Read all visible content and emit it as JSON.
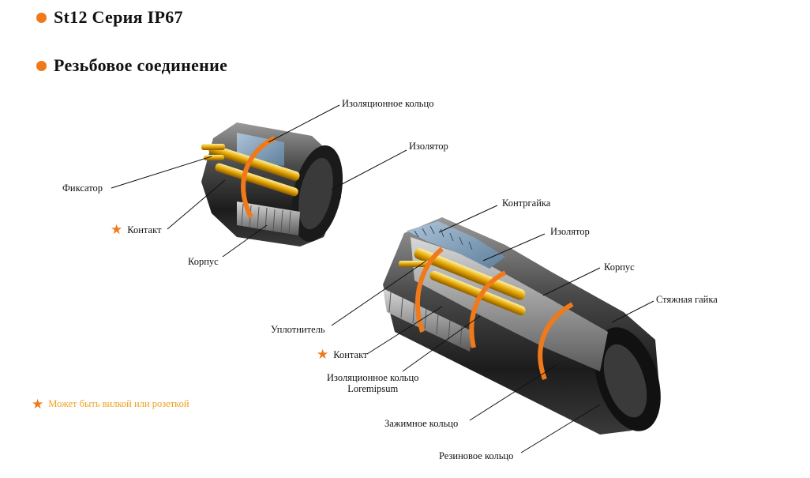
{
  "headings": {
    "series": "St12 Серия IP67",
    "connection": "Резьбовое соединение"
  },
  "labels": {
    "small": {
      "insulation_ring": "Изоляционное кольцо",
      "insulator": "Изолятор",
      "latch": "Фиксатор",
      "contact": "Контакт",
      "body": "Корпус"
    },
    "large": {
      "locknut": "Контргайка",
      "insulator": "Изолятор",
      "body": "Корпус",
      "clamp_nut": "Стяжная гайка",
      "seal": "Уплотнитель",
      "contact": "Контакт",
      "insulation_ring_line1": "Изоляционное кольцо",
      "insulation_ring_line2": "Loremipsum",
      "clamp_ring": "Зажимное кольцо",
      "rubber_ring": "Резиновое кольцо"
    }
  },
  "note": "Может быть вилкой или розеткой",
  "star_glyph": "★",
  "colors": {
    "accent": "#f07a1a",
    "note_text": "#f0a020",
    "metal_dark": "#2a2a2a",
    "gold": "#e0a800"
  },
  "icons": {
    "bullet": "orange-dot-icon",
    "star": "orange-star-icon"
  }
}
